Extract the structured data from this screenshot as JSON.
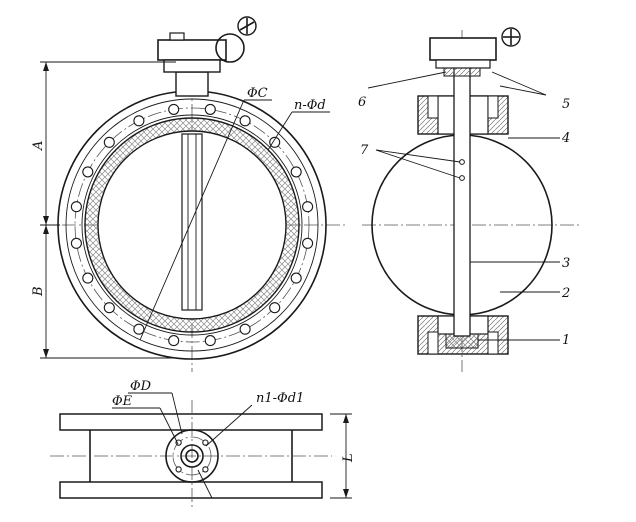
{
  "labels": {
    "dim_a": "A",
    "dim_b": "B",
    "dim_l": "L",
    "phi_c": "ΦC",
    "n_phi_d": "n-Φd",
    "phi_d": "ΦD",
    "phi_e": "ΦE",
    "n1_phi_d1": "n1-Φd1"
  },
  "parts": [
    "1",
    "2",
    "3",
    "4",
    "5",
    "6",
    "7"
  ],
  "colors": {
    "line": "#1a1a1a",
    "hatch": "#8a8a8a"
  }
}
